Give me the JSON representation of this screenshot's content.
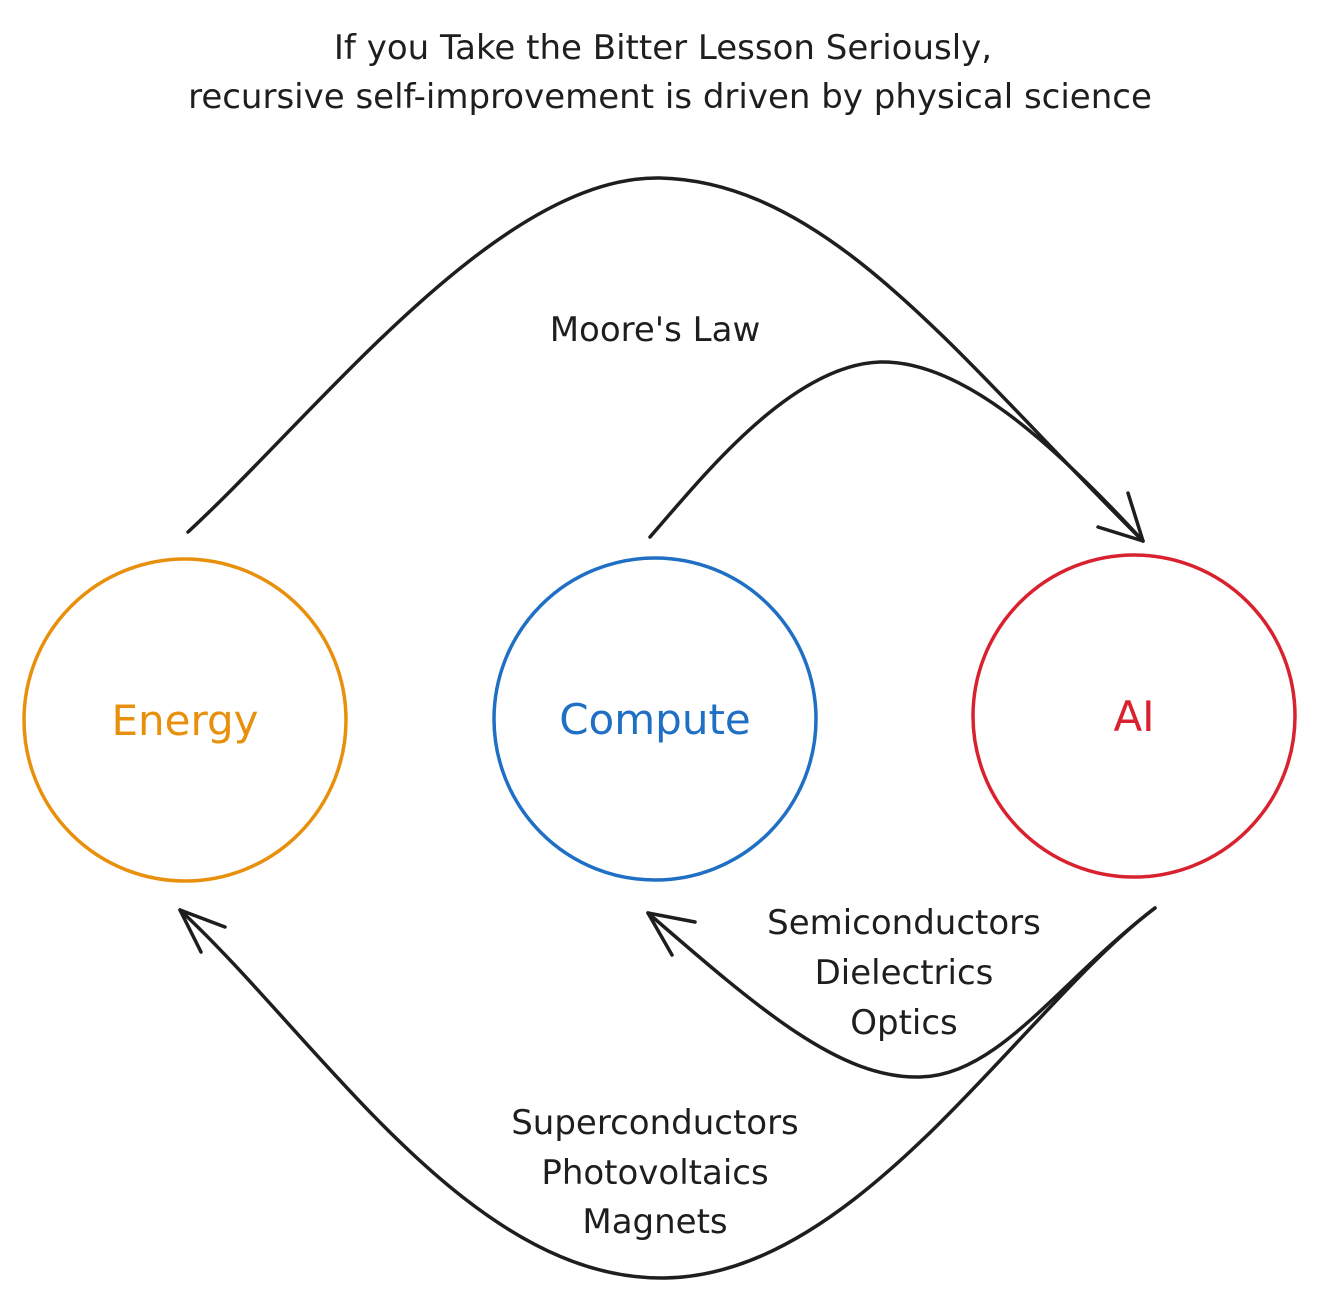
{
  "title": {
    "line1": "If you Take the Bitter Lesson Seriously,",
    "line2": "recursive self-improvement is driven by physical science"
  },
  "nodes": {
    "energy": {
      "label": "Energy",
      "color": "#e8900c"
    },
    "compute": {
      "label": "Compute",
      "color": "#1f6fc4"
    },
    "ai": {
      "label": "AI",
      "color": "#d9222f"
    }
  },
  "edges": {
    "moores_law": {
      "label": "Moore's Law"
    },
    "ai_to_compute": {
      "labels": [
        "Semiconductors",
        "Dielectrics",
        "Optics"
      ]
    },
    "ai_to_energy": {
      "labels": [
        "Superconductors",
        "Photovoltaics",
        "Magnets"
      ]
    }
  }
}
